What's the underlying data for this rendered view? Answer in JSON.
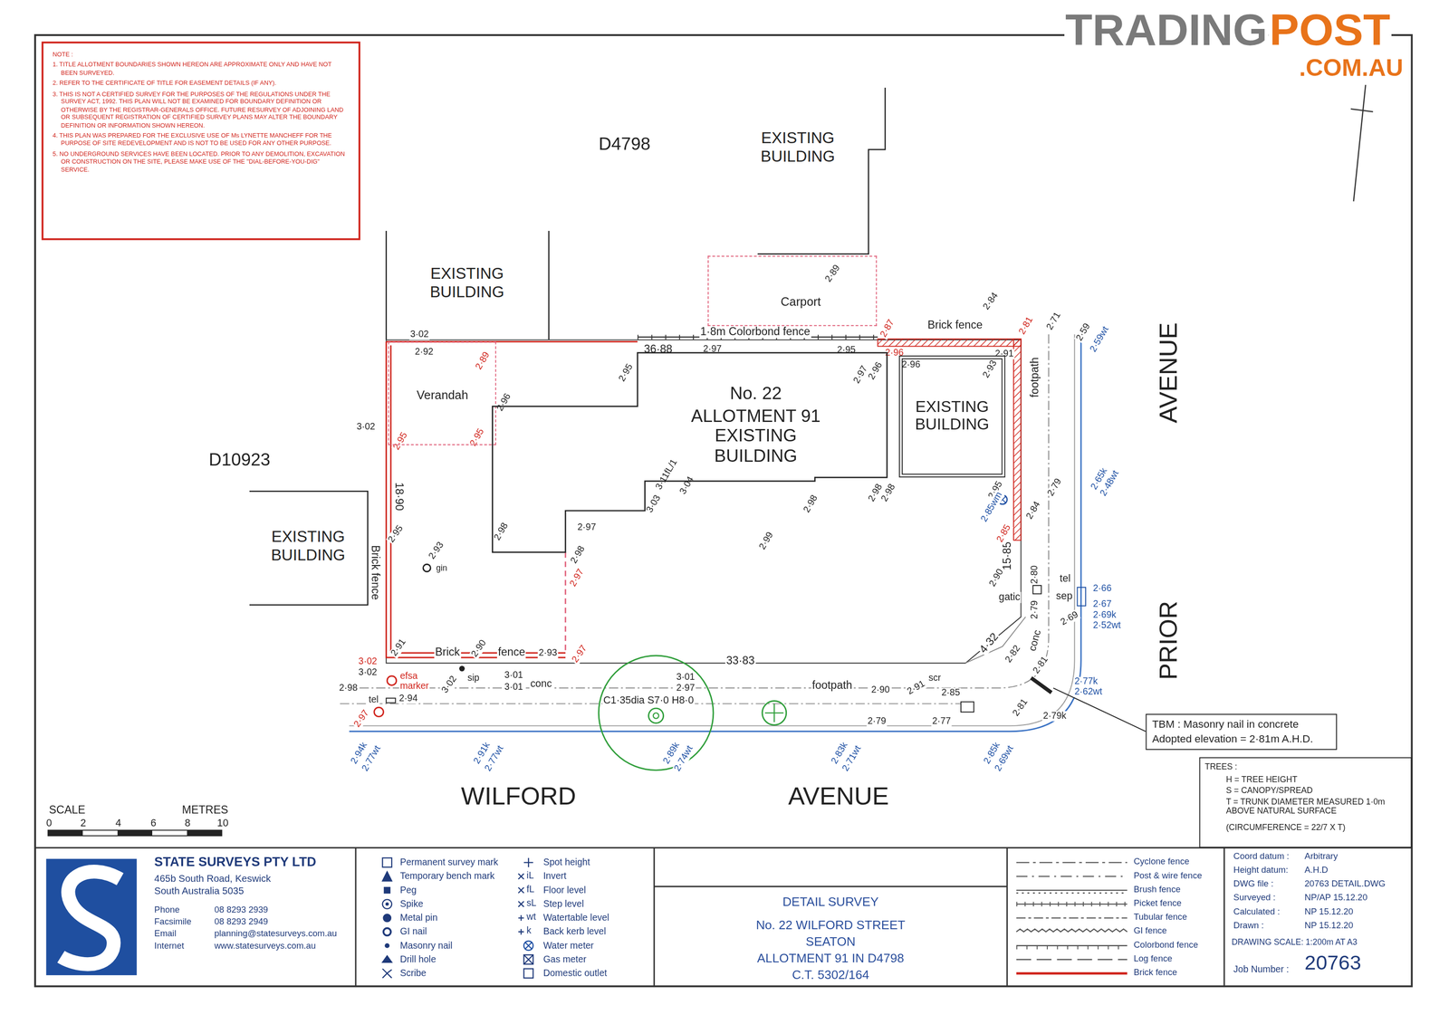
{
  "diagram": {
    "nodes": [
      {
        "text": [
          "NOTE :",
          "1. TITLE ALLOTMENT BOUNDARIES SHOWN HEREON ARE APPROXIMATE ONLY AND HAVE NOT BEEN SURVEYED.",
          "2. REFER TO THE CERTIFICATE OF TITLE FOR EASEMENT DETAILS (IF ANY).",
          "3. THIS IS NOT A CERTIFIED SURVEY FOR THE PURPOSES OF THE REGULATIONS UNDER THE SURVEY ACT, 1992. THIS PLAN WILL NOT BE EXAMINED FOR BOUNDARY DEFINITION OR OTHERWISE BY THE REGISTRAR-GENERALS OFFICE. FUTURE RESURVEY OF ADJOINING LAND OR SUBSEQUENT REGISTRATION OF CERTIFIED SURVEY PLANS MAY ALTER THE BOUNDARY DEFINITION OR INFORMATION SHOWN HEREON.",
          "4. THIS PLAN WAS PREPARED FOR THE EXCLUSIVE USE OF Ms LYNETTE MANCHEFF FOR THE PURPOSE OF SITE REDEVELOPMENT AND IS NOT TO BE USED FOR ANY OTHER PURPOSE.",
          "5. NO UNDERGROUND SERVICES HAVE BEEN LOCATED. PRIOR TO ANY DEMOLITION, EXCAVATION OR CONSTRUCTION ON THE SITE, PLEASE MAKE USE OF THE \"DIAL-BEFORE-YOU-DIG\" SERVICE."
        ]
      },
      {
        "text": [
          "Carport"
        ]
      },
      {
        "text": [
          "Verandah"
        ]
      },
      {
        "text": [
          "No. 22",
          "ALLOTMENT 91 EXISTING BUILDING"
        ]
      },
      {
        "text": [
          "EXISTING BUILDING"
        ]
      },
      {
        "text": [
          "TBM : Masonry nail in concrete",
          "Adopted elevation = 2·81m A.H.D."
        ]
      },
      {
        "text": [
          "TREES :",
          "H = TREE HEIGHT",
          "S = CANOPY/SPREAD",
          "T = TRUNK DIAMETER MEASURED 1·0m ABOVE NATURAL SURFACE",
          "(CIRCUMFERENCE = 22/7 X T)"
        ]
      },
      {
        "text": [
          "STATE SURVEYS PTY LTD",
          "465b South Road, Keswick",
          "South Australia 5035",
          "Phone",
          "08 8293 2939",
          "Facsimile",
          "08 8293 2949",
          "Email",
          "planning@statesurveys.com.au",
          "Internet",
          "www.statesurveys.com.au"
        ]
      },
      {
        "text": [
          "DETAIL SURVEY",
          "No. 22 WILFORD STREET",
          "SEATON",
          "ALLOTMENT 91 IN D4798",
          "C.T. 5302/164"
        ]
      },
      {
        "text": [
          "Coord datum :",
          "Arbitrary",
          "Height datum:",
          "A.H.D",
          "DWG file :",
          "20763 DETAIL.DWG",
          "Surveyed :",
          "NP/AP 15.12.20",
          "Calculated :",
          "NP 15.12.20",
          "Drawn :",
          "NP 15.12.20",
          "DRAWING SCALE: 1:200m AT A3",
          "Job Number :",
          "20763"
        ]
      }
    ],
    "labels": [
      "TRADING",
      "POST",
      ".COM.AU",
      "D4798",
      "EXISTING BUILDING",
      "EXISTING BUILDING",
      "D10923",
      "EXISTING BUILDING",
      "WILFORD",
      "AVENUE",
      "AVENUE",
      "PRIOR",
      "1·8m Colorbond fence",
      "Brick fence",
      "footpath",
      "Brick fence",
      "18·90",
      "36·88",
      "33·83",
      "15·85",
      "4·32",
      "Brick",
      "fence",
      "conc",
      "footpath",
      "efsa",
      "marker",
      "sip",
      "tel",
      "scr",
      "tel",
      "sep",
      "gatic",
      "conc",
      "gin",
      "C1·35dia S7·0 H8·0",
      "3·02",
      "2·92",
      "3·02",
      "2·95",
      "2·93",
      "2·91",
      "3·02",
      "3·02",
      "2·90",
      "2·93",
      "2·97",
      "3·02",
      "3·01",
      "3·01",
      "2·98",
      "2·94",
      "2·97",
      "3·01",
      "2·97",
      "2·90",
      "2·79",
      "2·91",
      "2·85",
      "2·77",
      "2·94k",
      "2·77wt",
      "2·91k",
      "2·77wt",
      "2·89k",
      "2·74wt",
      "2·83k",
      "2·71wt",
      "2·85k",
      "2·69wt",
      "2·65k",
      "2·48wt",
      "2·66",
      "2·67",
      "2·69k",
      "2·52wt",
      "2·77k",
      "2·62wt",
      "2·79k",
      "2·81",
      "2·81",
      "2·84",
      "2·81",
      "2·87",
      "2·96",
      "2·91",
      "2·96",
      "2·93",
      "2·71",
      "2·59",
      "2·59wt",
      "2·97",
      "2·95",
      "2·95",
      "2·97",
      "2·96",
      "2·89",
      "2·96",
      "2·95",
      "2·95",
      "3·11fL/1",
      "3·04",
      "3·03",
      "2·97",
      "2·98",
      "2·98",
      "2·97",
      "2·99",
      "2·98",
      "2·98",
      "2·98",
      "2·95",
      "2·85wm",
      "2·85",
      "2·90",
      "2·80",
      "2·79",
      "2·79",
      "2·84",
      "2·69",
      "2·89",
      "2·82",
      "SCALE",
      "METRES",
      "0",
      "2",
      "4",
      "6",
      "8",
      "10",
      "iL",
      "fL",
      "sL",
      "wt",
      "k"
    ],
    "legend": [
      {
        "text": "Permanent survey mark"
      },
      {
        "text": "Temporary bench mark"
      },
      {
        "text": "Peg"
      },
      {
        "text": "Spike"
      },
      {
        "text": "Metal pin"
      },
      {
        "text": "GI nail"
      },
      {
        "text": "Masonry nail"
      },
      {
        "text": "Drill hole"
      },
      {
        "text": "Scribe"
      },
      {
        "text": "Spot height"
      },
      {
        "text": "Invert"
      },
      {
        "text": "Floor level"
      },
      {
        "text": "Step level"
      },
      {
        "text": "Watertable level"
      },
      {
        "text": "Back kerb level"
      },
      {
        "text": "Water meter"
      },
      {
        "text": "Gas meter"
      },
      {
        "text": "Domestic outlet"
      },
      {
        "text": "Cyclone fence"
      },
      {
        "text": "Post & wire fence"
      },
      {
        "text": "Brush fence"
      },
      {
        "text": "Picket fence"
      },
      {
        "text": "Tubular fence"
      },
      {
        "text": "GI fence"
      },
      {
        "text": "Colorbond fence"
      },
      {
        "text": "Log fence"
      },
      {
        "text": "Brick fence"
      }
    ]
  }
}
